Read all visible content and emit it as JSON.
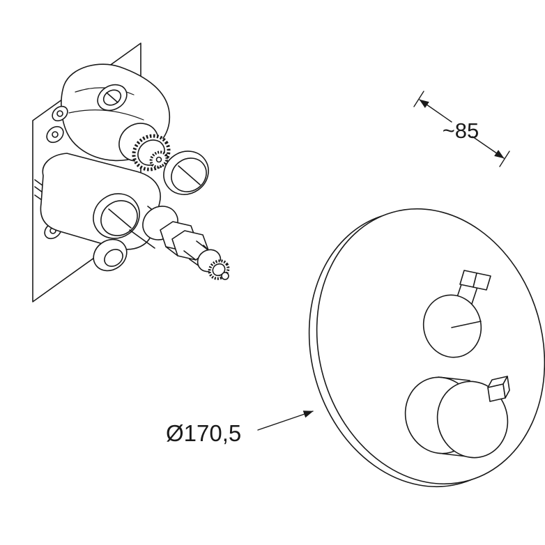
{
  "page": {
    "background_color": "#ffffff",
    "line_color": "#1a1a1a"
  },
  "diagram": {
    "type": "technical-line-drawing",
    "parts": {
      "valve": "concealed-mixer-valve-body-on-wall-plate",
      "trim": "round-trim-plate-with-lever-handle-and-volume-knob"
    },
    "dimensions": {
      "depth": {
        "label": "~85"
      },
      "diameter": {
        "label": "Ø170,5"
      }
    }
  }
}
